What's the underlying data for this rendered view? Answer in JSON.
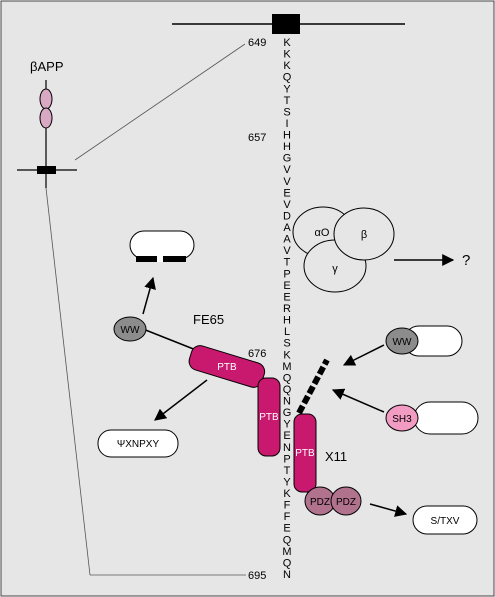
{
  "labels": {
    "bapp": "βAPP",
    "fe65": "FE65",
    "x11": "X11",
    "question": "?",
    "ptb": "PTB",
    "ww": "WW",
    "sh3": "SH3",
    "pdz": "PDZ",
    "alpha_o": "αO",
    "beta": "β",
    "gamma": "γ",
    "motif_npxy": "ΨXNPXY",
    "motif_stxv": "S/TXV"
  },
  "residue_numbers": [
    "649",
    "657",
    "676",
    "695"
  ],
  "sequence": [
    "K",
    "K",
    "K",
    "Q",
    "Y",
    "T",
    "S",
    "I",
    "H",
    "H",
    "G",
    "V",
    "V",
    "E",
    "V",
    "D",
    "A",
    "A",
    "V",
    "T",
    "P",
    "E",
    "E",
    "R",
    "H",
    "L",
    "S",
    "K",
    "M",
    "Q",
    "Q",
    "N",
    "G",
    "Y",
    "E",
    "N",
    "P",
    "T",
    "Y",
    "K",
    "F",
    "F",
    "E",
    "Q",
    "M",
    "Q",
    "N"
  ],
  "colors": {
    "background": "#e6e6e6",
    "ptb": "#c8196e",
    "pdz": "#b0728c",
    "ww": "#8c8c8c",
    "sh3": "#f29cc4",
    "bapp_lobe": "#d9a9c4",
    "ap_complex": "#e6e6e6"
  }
}
